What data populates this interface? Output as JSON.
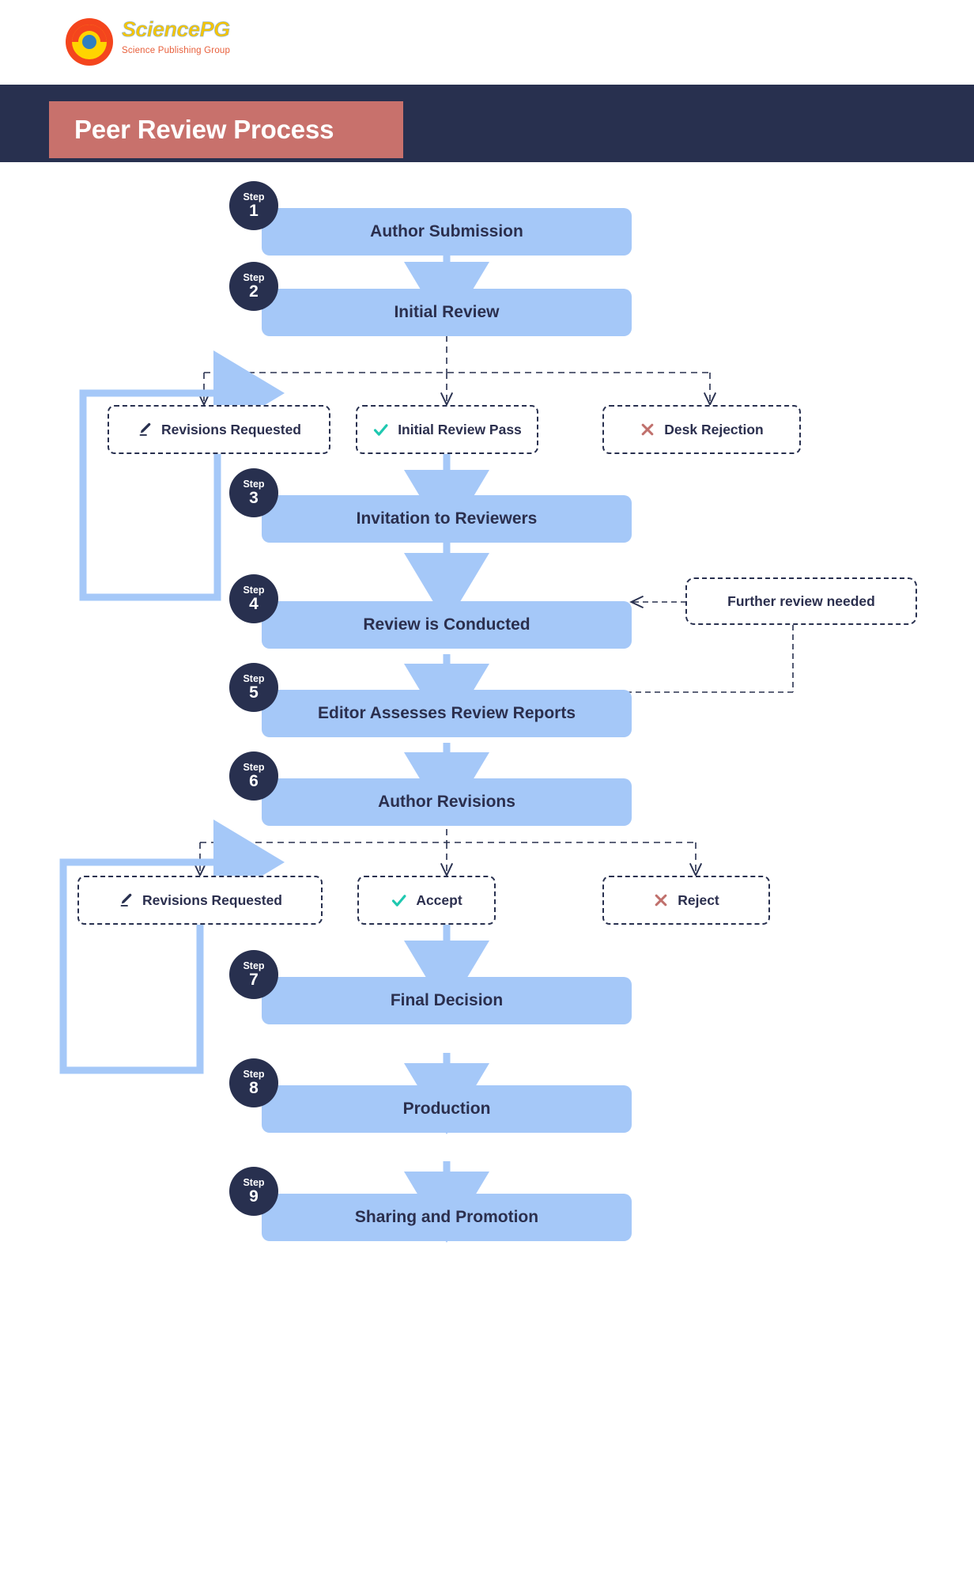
{
  "brand": {
    "logo_word": "SciencePG",
    "logo_tagline": "Science Publishing Group",
    "logo_icon": "sciencepg-circle-logo"
  },
  "header": {
    "title": "Peer Review Process",
    "band_color": "#28304f",
    "banner_color": "#c8716c"
  },
  "colors": {
    "step_box": "#a5c8f8",
    "badge": "#28304f",
    "text": "#2b2f4e",
    "accent_check": "#1fc8b0",
    "accent_reject": "#c0706c",
    "connector_solid": "#a5c8f8",
    "connector_dashed": "#28304f"
  },
  "steps": [
    {
      "badge_word": "Step",
      "number": "1",
      "label": "Author Submission"
    },
    {
      "badge_word": "Step",
      "number": "2",
      "label": "Initial Review"
    },
    {
      "badge_word": "Step",
      "number": "3",
      "label": "Invitation to Reviewers"
    },
    {
      "badge_word": "Step",
      "number": "4",
      "label": "Review is Conducted"
    },
    {
      "badge_word": "Step",
      "number": "5",
      "label": "Editor Assesses Review Reports"
    },
    {
      "badge_word": "Step",
      "number": "6",
      "label": "Author Revisions"
    },
    {
      "badge_word": "Step",
      "number": "7",
      "label": "Final Decision"
    },
    {
      "badge_word": "Step",
      "number": "8",
      "label": "Production"
    },
    {
      "badge_word": "Step",
      "number": "9",
      "label": "Sharing and Promotion"
    }
  ],
  "branch_one": {
    "from_step": "2",
    "outcomes": [
      {
        "label": "Revisions Requested",
        "icon": "pencil-icon",
        "icon_color": "#28304f"
      },
      {
        "label": "Initial Review Pass",
        "icon": "check-icon",
        "icon_color": "#1fc8b0"
      },
      {
        "label": "Desk Rejection",
        "icon": "cross-icon",
        "icon_color": "#c0706c"
      }
    ]
  },
  "branch_two": {
    "from_step": "6",
    "outcomes": [
      {
        "label": "Revisions Requested",
        "icon": "pencil-icon",
        "icon_color": "#28304f"
      },
      {
        "label": "Accept",
        "icon": "check-icon",
        "icon_color": "#1fc8b0"
      },
      {
        "label": "Reject",
        "icon": "cross-icon",
        "icon_color": "#c0706c"
      }
    ]
  },
  "side_note": {
    "label": "Further review needed"
  }
}
